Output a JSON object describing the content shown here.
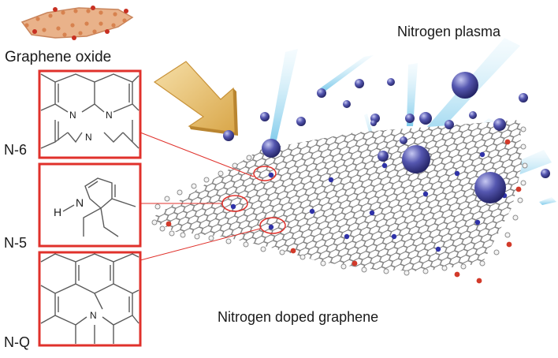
{
  "labels": {
    "graphene_oxide": "Graphene oxide",
    "nitrogen_plasma": "Nitrogen plasma",
    "nitrogen_doped_graphene": "Nitrogen doped graphene"
  },
  "panels": [
    {
      "id": "N-6",
      "label": "N-6",
      "atoms": [
        "N",
        "N",
        "N"
      ]
    },
    {
      "id": "N-5",
      "label": "N-5",
      "atoms": [
        "H",
        "N"
      ]
    },
    {
      "id": "N-Q",
      "label": "N-Q",
      "atoms": [
        "N"
      ]
    }
  ],
  "colors": {
    "panel_border": "#e0312b",
    "plasma_beam": "#8fd3ee",
    "nitrogen_sphere": "#4d4fa8",
    "arrow": "#e6b85a",
    "sheet_bond": "#8a8a8a",
    "oxygen": "#d23a2a",
    "hydrogen": "#f2f2f2"
  },
  "icons": [
    "down-right-arrow-icon"
  ]
}
